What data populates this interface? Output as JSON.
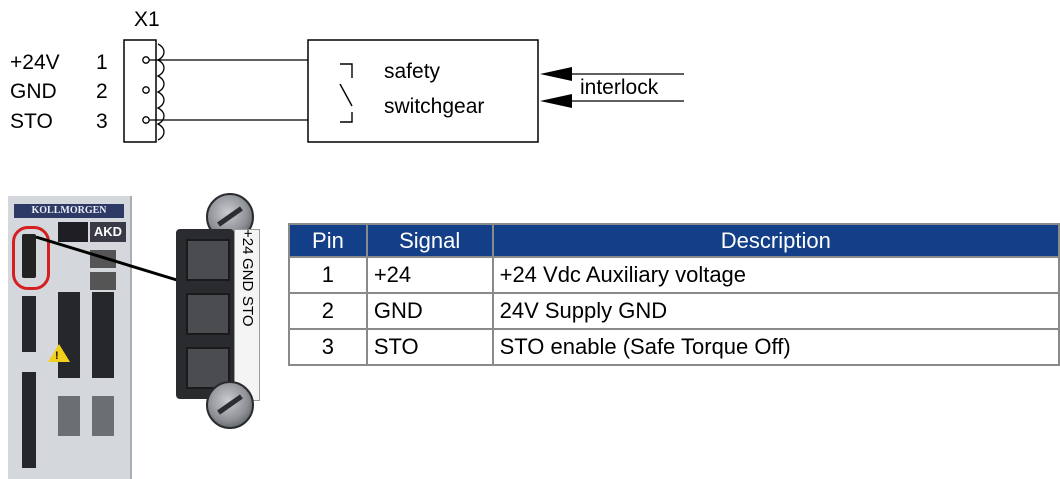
{
  "connector": {
    "name": "X1",
    "pins": [
      {
        "signal": "+24V",
        "number": "1"
      },
      {
        "signal": "GND",
        "number": "2"
      },
      {
        "signal": "STO",
        "number": "3"
      }
    ]
  },
  "switchgear": {
    "line1": "safety",
    "line2": "switchgear",
    "input_label": "interlock"
  },
  "drive": {
    "brand": "KOLLMORGEN",
    "model": "AKD"
  },
  "plug_label": [
    "+24",
    "GND",
    "STO"
  ],
  "pin_table": {
    "headers": [
      "Pin",
      "Signal",
      "Description"
    ],
    "header_color": "#123f88",
    "rows": [
      [
        "1",
        "+24",
        "+24 Vdc Auxiliary voltage"
      ],
      [
        "2",
        "GND",
        "24V Supply GND"
      ],
      [
        "3",
        "STO",
        "STO enable (Safe Torque Off)"
      ]
    ]
  }
}
